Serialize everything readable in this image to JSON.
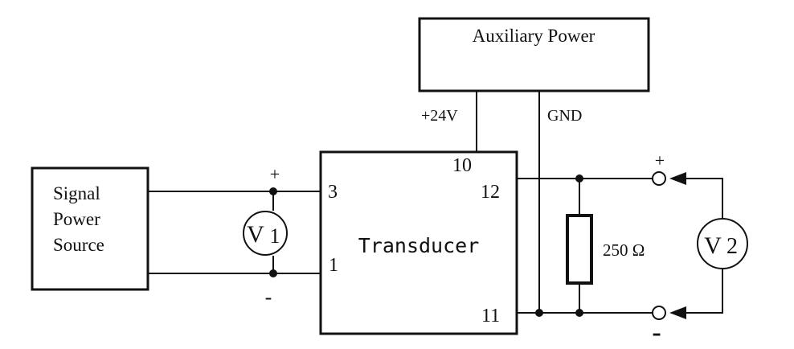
{
  "blocks": {
    "auxiliary_power": "Auxiliary Power",
    "signal_source_line1": "Signal",
    "signal_source_line2": "Power",
    "signal_source_line3": "Source",
    "transducer": "Transducer"
  },
  "nets": {
    "plus24": "+24V",
    "gnd": "GND"
  },
  "pins": {
    "p10": "10",
    "p3": "3",
    "p12": "12",
    "p1": "1",
    "p11": "11"
  },
  "meters": {
    "v1_letter": "V",
    "v1_sub": "1",
    "v2_letter": "V",
    "v2_sub": "2"
  },
  "resistor": {
    "label": "250 Ω"
  },
  "polarity": {
    "v1_plus": "+",
    "v1_minus": "-",
    "out_plus": "+",
    "out_minus": "-"
  }
}
